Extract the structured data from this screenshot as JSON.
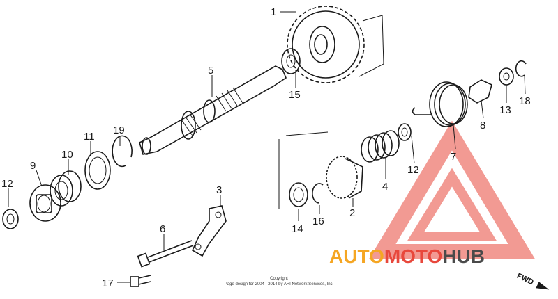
{
  "diagram": {
    "part_labels": [
      "1",
      "2",
      "3",
      "4",
      "5",
      "6",
      "7",
      "8",
      "9",
      "10",
      "11",
      "12",
      "12",
      "13",
      "14",
      "15",
      "16",
      "17",
      "18",
      "19"
    ],
    "direction_label": "FWD",
    "copyright_line1": "Copyright",
    "copyright_line2": "Page design for 2004 - 2014 by ARI Network Services, Inc."
  },
  "watermark": {
    "brand_part1": "AUTO",
    "brand_part2": "MOTO",
    "brand_part3": "HUB",
    "colors": {
      "orange": "#f5a623",
      "red": "#e8483c",
      "dark": "#4a4a4a"
    }
  }
}
